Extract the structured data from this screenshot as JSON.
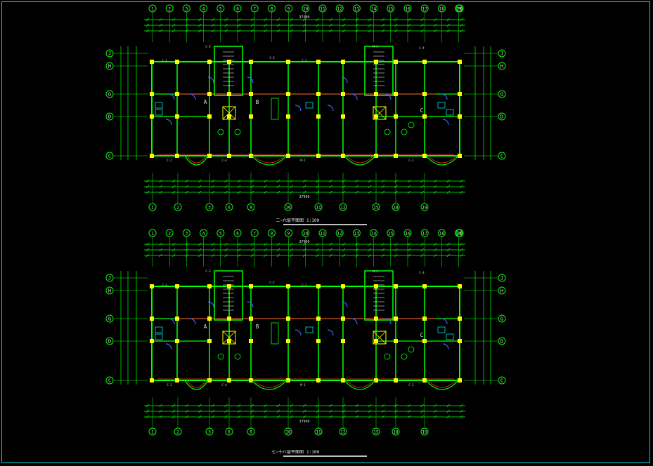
{
  "colors": {
    "background": "#000000",
    "frame": "#00d7d7",
    "wall": "#00ff00",
    "column": "#ffff00",
    "dimension": "#00ff00",
    "dim_text": "#dcdcdc",
    "window": "#ff3030",
    "door": "#4060ff",
    "axis_bubble": "#00ff00",
    "accent_cyan": "#00ffff",
    "title_line": "#ffffff"
  },
  "plans": [
    {
      "title": "二~六层平面图",
      "scale": "1:100",
      "top_axes": [
        "1",
        "2",
        "3",
        "4",
        "5",
        "6",
        "7",
        "8",
        "9",
        "10",
        "11",
        "12",
        "13",
        "14",
        "15",
        "16",
        "17",
        "18",
        "19",
        "20"
      ],
      "bottom_axes": [
        "1",
        "2",
        "3",
        "6",
        "9",
        "10",
        "11",
        "12",
        "15",
        "18",
        "19"
      ],
      "row_axes": [
        "J",
        "H",
        "G",
        "D",
        "C"
      ],
      "overall_dim": "37900",
      "stair_labels": [
        "A",
        "B",
        "C"
      ],
      "room_tags": [
        "C-3",
        "C-2",
        "C-1",
        "M-1",
        "C-4"
      ]
    },
    {
      "title": "七~十八层平面图",
      "scale": "1:100",
      "top_axes": [
        "1",
        "2",
        "3",
        "4",
        "5",
        "6",
        "7",
        "8",
        "9",
        "10",
        "11",
        "12",
        "13",
        "14",
        "15",
        "16",
        "17",
        "18",
        "19",
        "20"
      ],
      "bottom_axes": [
        "1",
        "2",
        "3",
        "6",
        "9",
        "10",
        "11",
        "12",
        "15",
        "18",
        "19"
      ],
      "row_axes": [
        "J",
        "H",
        "G",
        "D",
        "C"
      ],
      "overall_dim": "37900",
      "stair_labels": [
        "A",
        "B",
        "C"
      ],
      "room_tags": [
        "C-3",
        "C-2",
        "C-1",
        "M-1",
        "C-4"
      ]
    }
  ]
}
